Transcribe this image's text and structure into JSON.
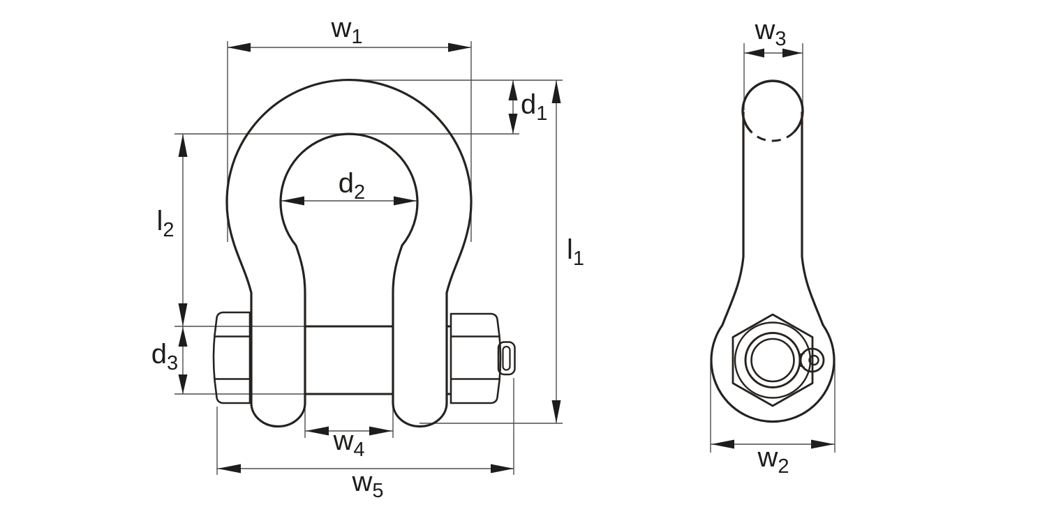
{
  "drawing": {
    "title": "bow-shackle-dimension-drawing",
    "colors": {
      "background": "#ffffff",
      "object_line": "#26221f",
      "dim_line": "#4c4c4e",
      "arrow": "#1d1d1b"
    },
    "front_view": {
      "dims": {
        "w1": {
          "base": "w",
          "sub": "1"
        },
        "d1": {
          "base": "d",
          "sub": "1"
        },
        "d2": {
          "base": "d",
          "sub": "2"
        },
        "l2": {
          "base": "l",
          "sub": "2"
        },
        "d3": {
          "base": "d",
          "sub": "3"
        },
        "w4": {
          "base": "w",
          "sub": "4"
        },
        "w5": {
          "base": "w",
          "sub": "5"
        },
        "l1": {
          "base": "l",
          "sub": "1"
        }
      }
    },
    "side_view": {
      "dims": {
        "w3": {
          "base": "w",
          "sub": "3"
        },
        "w2": {
          "base": "w",
          "sub": "2"
        }
      }
    }
  }
}
